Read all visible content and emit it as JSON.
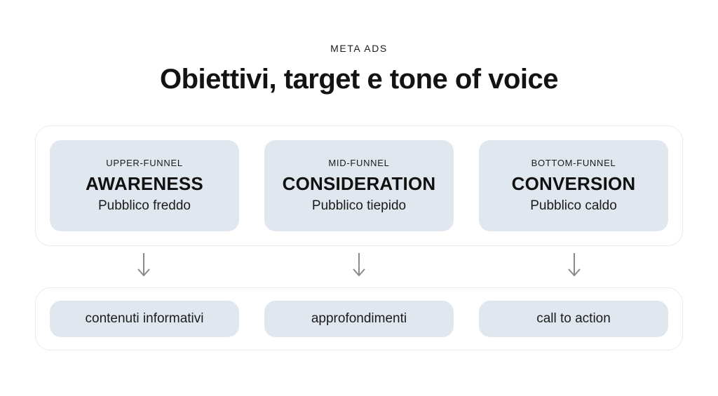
{
  "header": {
    "eyebrow": "META ADS",
    "title": "Obiettivi, target e tone of voice"
  },
  "funnel_stages": [
    {
      "level": "UPPER-FUNNEL",
      "name": "AWARENESS",
      "audience": "Pubblico freddo",
      "content": "contenuti informativi"
    },
    {
      "level": "MID-FUNNEL",
      "name": "CONSIDERATION",
      "audience": "Pubblico tiepido",
      "content": "approfondimenti"
    },
    {
      "level": "BOTTOM-FUNNEL",
      "name": "CONVERSION",
      "audience": "Pubblico caldo",
      "content": "call to action"
    }
  ],
  "icons": {
    "arrow": "down-arrow"
  },
  "colors": {
    "background": "#ffffff",
    "card_bg": "#e1e7ee",
    "panel_border": "#ebebeb",
    "arrow": "#8a8a8a",
    "text": "#161616"
  }
}
